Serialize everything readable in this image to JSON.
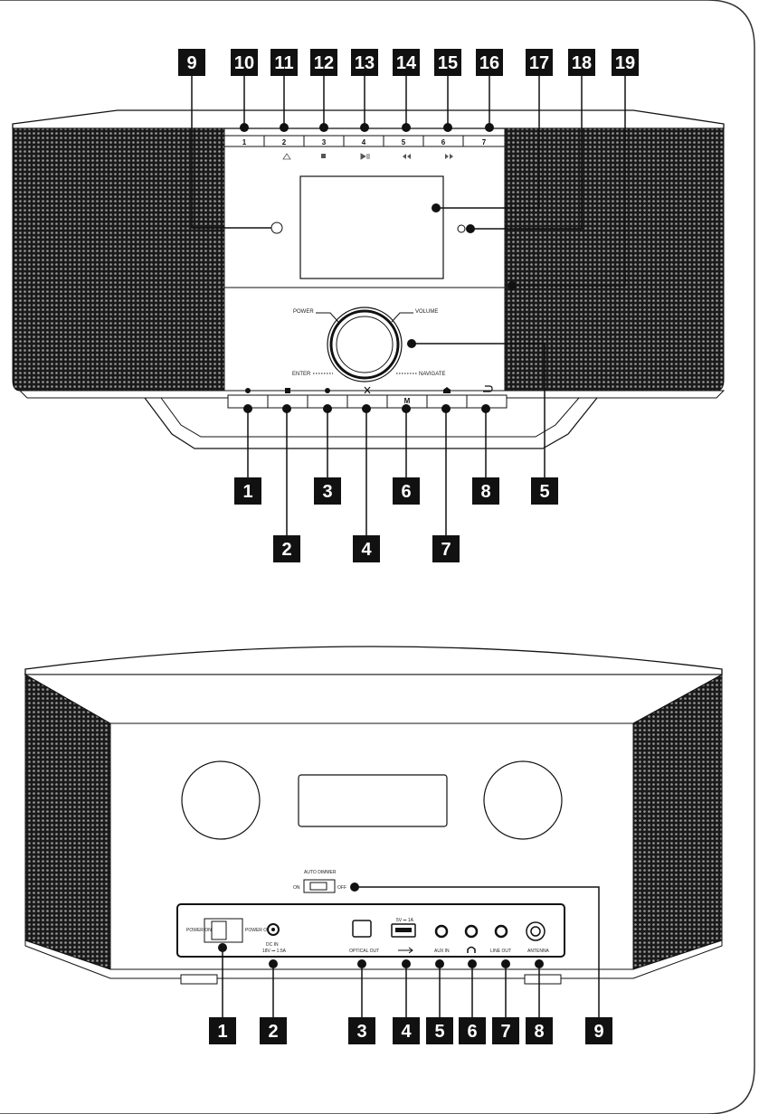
{
  "front": {
    "preset_buttons": [
      "1",
      "2",
      "3",
      "4",
      "5",
      "6",
      "7"
    ],
    "knob_labels": {
      "power": "POWER",
      "volume": "VOLUME",
      "enter": "ENTER",
      "navigate": "NAVIGATE"
    },
    "bottom_button_m": "M",
    "badges_top": [
      "9",
      "10",
      "11",
      "12",
      "13",
      "14",
      "15",
      "16",
      "17",
      "18",
      "19"
    ],
    "badges_bottom": [
      "1",
      "2",
      "3",
      "4",
      "5",
      "6",
      "7",
      "8"
    ]
  },
  "rear": {
    "auto_dimmer": "AUTO DIMMER",
    "on": "ON",
    "off": "OFF",
    "power_on": "POWER ON",
    "power_off": "POWER OFF",
    "dc_in": "DC IN",
    "dc_spec": "18V ⎓ 1.5A",
    "optical_out": "OPTICAL OUT",
    "usb_spec": "5V ⎓ 1A",
    "aux_in": "AUX IN",
    "line_out": "LINE OUT",
    "antenna": "ANTENNA",
    "badges": [
      "1",
      "2",
      "3",
      "4",
      "5",
      "6",
      "7",
      "8",
      "9"
    ]
  }
}
